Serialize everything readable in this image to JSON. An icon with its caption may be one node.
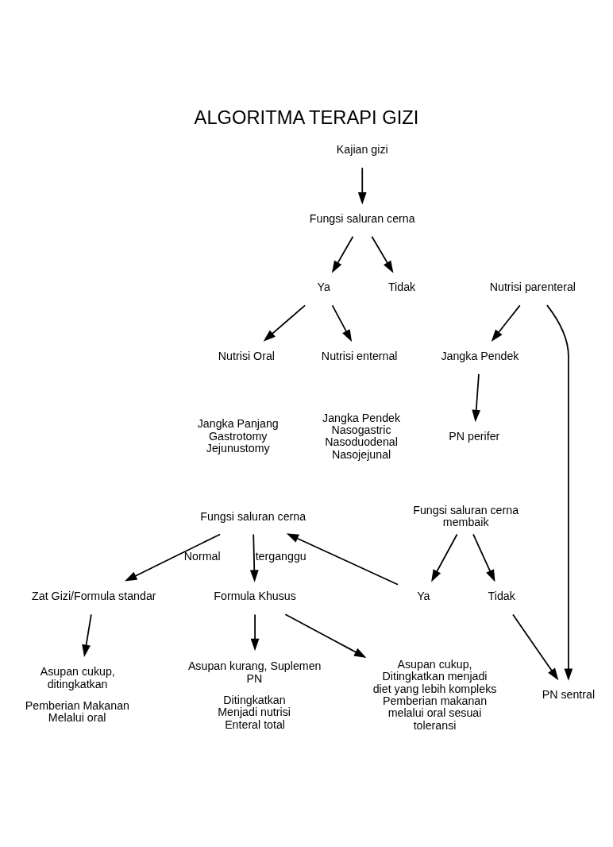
{
  "diagram": {
    "title": "ALGORITMA TERAPI GIZI",
    "nodes": [
      {
        "text": [
          "Kajian gizi"
        ]
      },
      {
        "text": [
          "Fungsi saluran cerna"
        ]
      },
      {
        "text": [
          "Ya"
        ]
      },
      {
        "text": [
          "Tidak"
        ]
      },
      {
        "text": [
          "Nutrisi Oral"
        ]
      },
      {
        "text": [
          "Nutrisi enternal"
        ]
      },
      {
        "text": [
          "Nutrisi parenteral"
        ]
      },
      {
        "text": [
          "Jangka Pendek"
        ]
      },
      {
        "text": [
          "Fungsi saluran cerna"
        ]
      },
      {
        "text": [
          "PN perifer"
        ]
      },
      {
        "text": [
          "PN sentral"
        ]
      },
      {
        "text": [
          "Zat Gizi/Formula standar"
        ]
      },
      {
        "text": [
          "Formula Khusus"
        ]
      },
      {
        "text": [
          "Fungsi saluran cerna membaik"
        ]
      },
      {
        "text": [
          "Ya"
        ]
      },
      {
        "text": [
          "Tidak"
        ]
      },
      {
        "text": [
          "Asupan cukup, ditingkatkan"
        ],
        "beside": [
          "Pemberian Makanan Melalui oral"
        ]
      },
      {
        "text": [
          "Asupan kurang, Suplemen PN"
        ],
        "beside": [
          "Ditingkatkan Menjadi nutrisi Enteral total"
        ]
      },
      {
        "text": [
          "Asupan cukup, Ditingkatkan menjadi diet yang lebih kompleks Pemberian makanan melalui oral sesuai toleransi"
        ]
      }
    ],
    "edges": [
      {
        "from": 0,
        "to": 1,
        "arrow": "to"
      },
      {
        "from": 1,
        "to": 2,
        "arrow": "to"
      },
      {
        "from": 1,
        "to": 3,
        "arrow": "to"
      },
      {
        "from": 2,
        "to": 4,
        "arrow": "to"
      },
      {
        "from": 2,
        "to": 5,
        "arrow": "to"
      },
      {
        "from": 6,
        "to": 7,
        "arrow": "to"
      },
      {
        "from": 6,
        "to": 10,
        "arrow": "to"
      },
      {
        "from": 7,
        "to": 9,
        "arrow": "to"
      },
      {
        "from": 8,
        "to": 11,
        "arrow": "to",
        "label": "Normal"
      },
      {
        "from": 8,
        "to": 12,
        "arrow": "to",
        "label": "terganggu"
      },
      {
        "from": 11,
        "to": 16,
        "arrow": "to"
      },
      {
        "from": 12,
        "to": 17,
        "arrow": "to"
      },
      {
        "from": 12,
        "to": 18,
        "arrow": "to"
      },
      {
        "from": 13,
        "to": 14,
        "arrow": "to"
      },
      {
        "from": 13,
        "to": 15,
        "arrow": "to"
      },
      {
        "from": 14,
        "to": 8,
        "arrow": "to"
      },
      {
        "from": 15,
        "to": 10,
        "arrow": "to"
      }
    ],
    "labels": [
      "Jangka Panjang Gastrotomy Jejunustomy",
      "Jangka Pendek Nasogastric Nasoduodenal Nasojejunal"
    ]
  }
}
